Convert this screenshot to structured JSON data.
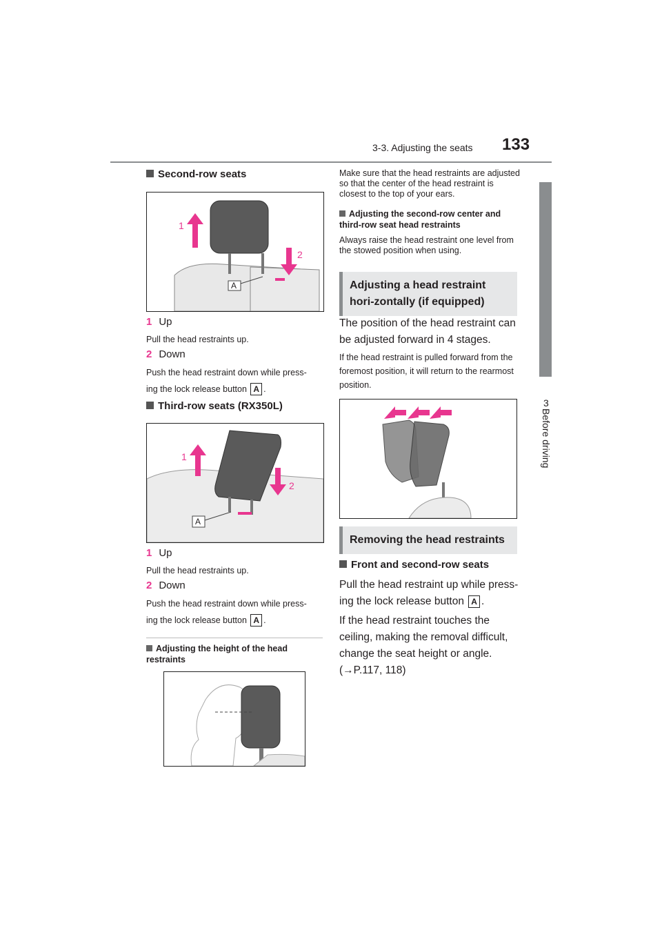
{
  "header": {
    "section_title": "3-3. Adjusting the seats",
    "page_number": "133"
  },
  "side_tab": {
    "number": "3",
    "label": "Before driving"
  },
  "left": {
    "second_row": {
      "heading": "Second-row seats",
      "fig_labels": [
        "1",
        "2",
        "A"
      ],
      "steps": [
        {
          "num": "1",
          "label": "Up",
          "desc": "Pull the head restraints up."
        },
        {
          "num": "2",
          "label": "Down",
          "desc_pre": "Push the head restraint down while press-",
          "desc_line2": "ing the lock release button",
          "badge": "A"
        }
      ]
    },
    "third_row": {
      "heading": "Third-row seats (RX350L)",
      "fig_labels": [
        "1",
        "2",
        "A"
      ],
      "steps": [
        {
          "num": "1",
          "label": "Up",
          "desc": "Pull the head restraints up."
        },
        {
          "num": "2",
          "label": "Down",
          "desc_pre": "Push the head restraint down while press-",
          "desc_line2": "ing the lock release button",
          "badge": "A"
        }
      ]
    },
    "height_heading": "Adjusting the height of the head restraints"
  },
  "right": {
    "height_text": "Make sure that the head restraints are adjusted so that the center of the head restraint is closest to the top of your ears.",
    "center_heading": "Adjusting the second-row center and third-row seat head restraints",
    "center_text": "Always raise the head restraint one level from the stowed position when using.",
    "horizontal_banner": "Adjusting a head restraint hori-zontally (if equipped)",
    "horizontal_text": "The position of the head restraint can be adjusted forward in 4 stages.",
    "horizontal_note": "If the head restraint is pulled forward from the foremost position, it will return to the rearmost position.",
    "removing_banner": "Removing the head restraints",
    "front_heading": "Front and second-row seats",
    "front_text_1": "Pull the head restraint up while press-",
    "front_text_2": "ing the lock release button",
    "front_badge": "A",
    "ceiling_text": "If the head restraint touches the ceiling, making the removal difficult, change the seat height or angle. (→P.117, 118)"
  },
  "colors": {
    "accent": "#e8368f",
    "tab": "#8a8d8f",
    "banner": "#e6e7e8"
  }
}
